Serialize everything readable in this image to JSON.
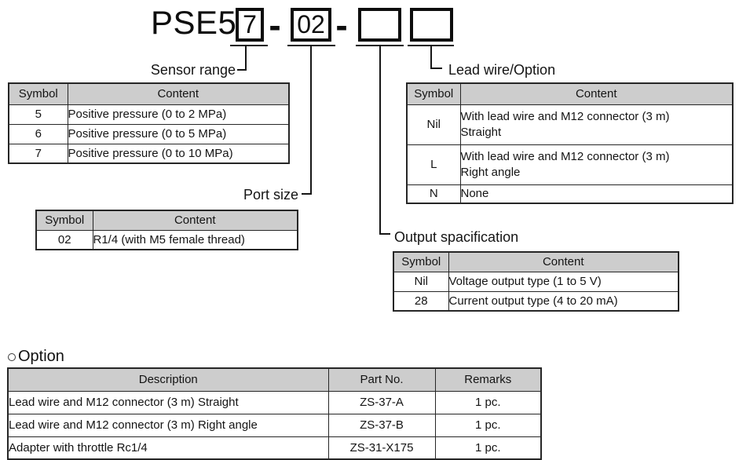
{
  "part_number": {
    "prefix": "PSE57",
    "separator": "-",
    "values": [
      "7",
      "02",
      "",
      ""
    ]
  },
  "callouts": {
    "sensor_range": "Sensor range",
    "port_size": "Port size",
    "output_specification": "Output spacification",
    "lead_wire_option": "Lead wire/Option"
  },
  "tables": {
    "sensor_range": {
      "headers": [
        "Symbol",
        "Content"
      ],
      "rows": [
        [
          "5",
          "Positive pressure (0 to 2 MPa)"
        ],
        [
          "6",
          "Positive pressure (0 to 5 MPa)"
        ],
        [
          "7",
          "Positive pressure (0 to 10 MPa)"
        ]
      ]
    },
    "port_size": {
      "headers": [
        "Symbol",
        "Content"
      ],
      "rows": [
        [
          "02",
          "R1/4 (with M5 female thread)"
        ]
      ]
    },
    "lead_wire_option": {
      "headers": [
        "Symbol",
        "Content"
      ],
      "rows": [
        [
          "Nil",
          "With lead wire and M12 connector (3 m)\nStraight"
        ],
        [
          "L",
          "With lead wire and M12 connector (3 m)\nRight angle"
        ],
        [
          "N",
          "None"
        ]
      ]
    },
    "output_specification": {
      "headers": [
        "Symbol",
        "Content"
      ],
      "rows": [
        [
          "Nil",
          "Voltage output type (1 to 5 V)"
        ],
        [
          "28",
          "Current output type (4 to 20 mA)"
        ]
      ]
    }
  },
  "option_section": {
    "title": "Option",
    "table": {
      "headers": [
        "Description",
        "Part No.",
        "Remarks"
      ],
      "rows": [
        [
          "Lead wire and M12 connector (3 m) Straight",
          "ZS-37-A",
          "1 pc."
        ],
        [
          "Lead wire and M12 connector (3 m) Right angle",
          "ZS-37-B",
          "1 pc."
        ],
        [
          "Adapter with throttle Rc1/4",
          "ZS-31-X175",
          "1 pc."
        ]
      ]
    }
  },
  "colors": {
    "table_header_bg": "#cdcdcd",
    "border": "#262626",
    "text": "#141414"
  }
}
